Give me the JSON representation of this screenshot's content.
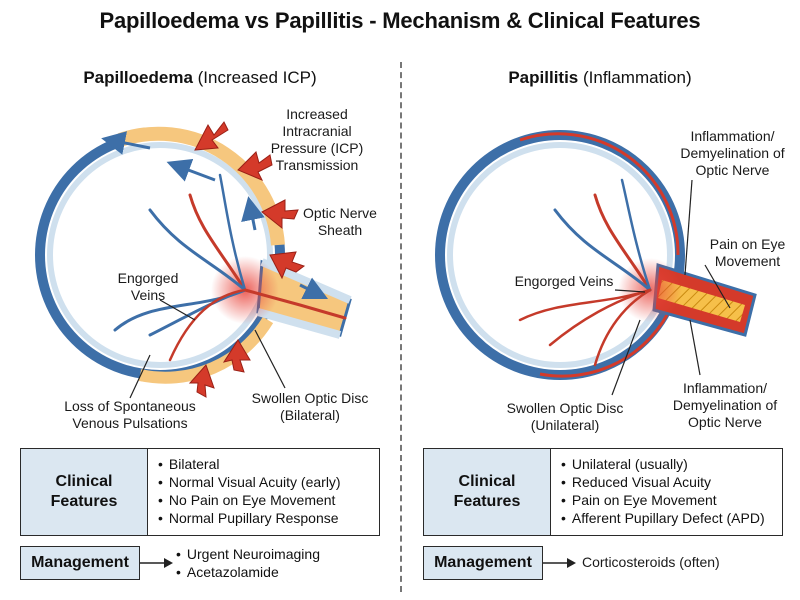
{
  "title": "Papilloedema vs Papillitis - Mechanism & Clinical Features",
  "left": {
    "heading_bold": "Papilloedema",
    "heading_rest": " (Increased ICP)",
    "labels": {
      "icp": "Increased\nIntracranial\nPressure (ICP)\nTransmission",
      "sheath": "Optic Nerve\nSheath",
      "veins": "Engorged\nVeins",
      "pulsations": "Loss of Spontaneous\nVenous Pulsations",
      "disc": "Swollen Optic Disc\n(Bilateral)"
    },
    "features_title": "Clinical\nFeatures",
    "features": [
      "Bilateral",
      "Normal Visual Acuity (early)",
      "No Pain on Eye Movement",
      "Normal Pupillary Response"
    ],
    "management_label": "Management",
    "management": [
      "Urgent Neuroimaging",
      "Acetazolamide"
    ]
  },
  "right": {
    "heading_bold": "Papillitis",
    "heading_rest": " (Inflammation)",
    "labels": {
      "inflam_top": "Inflammation/\nDemyelination of\nOptic Nerve",
      "pain": "Pain on Eye\nMovement",
      "veins": "Engorged Veins",
      "disc": "Swollen Optic Disc\n(Unilateral)",
      "inflam_bottom": "Inflammation/\nDemyelination of\nOptic Nerve"
    },
    "features_title": "Clinical\nFeatures",
    "features": [
      "Unilateral (usually)",
      "Reduced Visual Acuity",
      "Pain on Eye Movement",
      "Afferent Pupillary Defect (APD)"
    ],
    "management_label": "Management",
    "management": [
      "Corticosteroids (often)"
    ]
  },
  "colors": {
    "sclera_blue": "#3d6fa8",
    "light_blue": "#cfe0ee",
    "orange_csf": "#f6c77e",
    "red_vessel": "#d43a2a",
    "box_fill": "#dbe7f1"
  }
}
